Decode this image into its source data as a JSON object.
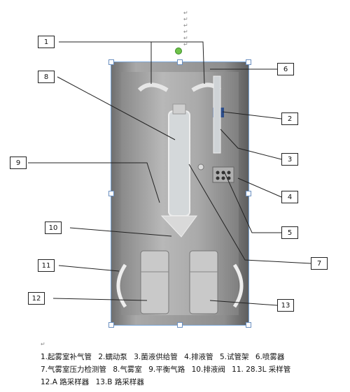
{
  "callouts": {
    "c1": "1",
    "c2": "2",
    "c3": "3",
    "c4": "4",
    "c5": "5",
    "c6": "6",
    "c7": "7",
    "c8": "8",
    "c9": "9",
    "c10": "10",
    "c11": "11",
    "c12": "12",
    "c13": "13"
  },
  "legend": {
    "row1": [
      "1.起雾室补气管",
      "2.蠕动泵",
      "3.菌液供给管",
      "4.排液管",
      "5.试管架",
      "6.喷雾器"
    ],
    "row2": [
      "7.气雾室压力检测管",
      "8.气雾室",
      "9.平衡气路",
      "10.排液阀",
      "11. 28.3L 采样管"
    ],
    "row3": [
      "12.A 路采样器",
      "13.B 路采样器"
    ]
  },
  "colors": {
    "frame": "#222222",
    "selection": "#7aa6d8",
    "steel": "#a9a9a9"
  }
}
